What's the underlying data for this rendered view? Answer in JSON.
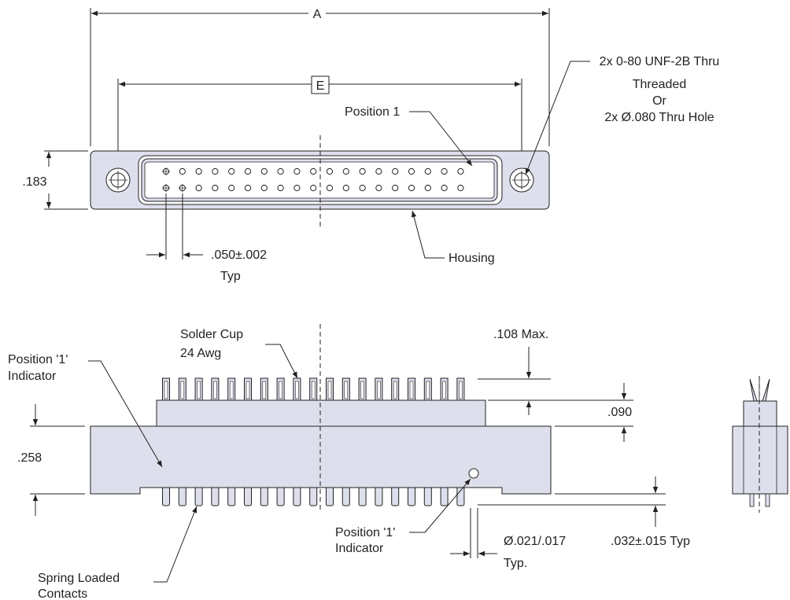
{
  "top_view": {
    "dim_a_label": "A",
    "dim_e_label": "E",
    "height_label": ".183",
    "mount_hole_note": [
      "2x 0-80 UNF-2B Thru",
      "Threaded",
      "Or",
      "2x Ø.080 Thru Hole"
    ],
    "position_1_label": "Position 1",
    "housing_label": "Housing",
    "pitch_label": ".050±.002",
    "pitch_typ_label": "Typ",
    "pins_per_row": 19,
    "rows": 2
  },
  "side_view": {
    "solder_cup_label": [
      "Solder Cup",
      "24 Awg"
    ],
    "max_label": ".108 Max.",
    "position_indicator_label": [
      "Position '1'",
      "Indicator"
    ],
    "dim_090_label": ".090",
    "height_label": ".258",
    "tail_label": ".032±.015 Typ",
    "bottom_indicator_label": [
      "Position '1'",
      "Indicator"
    ],
    "diameter_label": "Ø.021/.017",
    "diameter_typ_label": "Typ.",
    "spring_contacts_label": [
      "Spring Loaded",
      "Contacts"
    ],
    "contact_count": 19
  }
}
